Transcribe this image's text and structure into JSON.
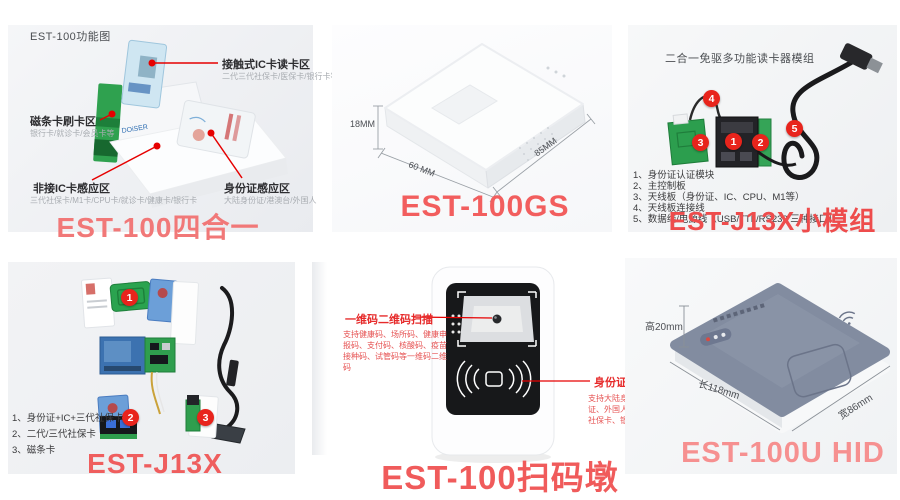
{
  "colors": {
    "callout_red": "#e8241c",
    "annotation_line_red": "#e60000",
    "annotation_text_red": "#e62b2b",
    "title_p1": "#f17878",
    "title_p2": "#f25e5e",
    "title_p3": "#ee4c4c",
    "title_p4": "#ef5e5e",
    "title_p5": "#f05b5b",
    "title_p6": "#f69090"
  },
  "panels": {
    "p1": {
      "header": "EST-100功能图",
      "title": "EST-100四合一",
      "annotations": [
        {
          "label": "接触式IC卡读卡区",
          "sub": "二代三代社保卡/医保卡/银行卡等"
        },
        {
          "label": "磁条卡刷卡区",
          "sub": "银行卡/就诊卡/会员卡等"
        },
        {
          "label": "非接IC卡感应区",
          "sub": "三代社保卡/M1卡/CPU卡/就诊卡/健康卡/银行卡"
        },
        {
          "label": "身份证感应区",
          "sub": "大陆身份证/港澳台/外国人"
        }
      ]
    },
    "p2": {
      "title": "EST-100GS",
      "dims": {
        "height": "18MM",
        "width": "60 MM",
        "depth": "85MM"
      }
    },
    "p3": {
      "header": "二合一免驱多功能读卡器模组",
      "title": "EST-J13X小模组",
      "list": [
        "1、身份证认证模块",
        "2、主控制板",
        "3、天线板（身份证、IC、CPU、M1等）",
        "4、天线板连接线",
        "5、数据线/电源线（USB/TTL/RS232 三种接口）"
      ],
      "callouts": [
        "1",
        "2",
        "3",
        "4",
        "5"
      ]
    },
    "p4": {
      "title": "EST-J13X",
      "list": [
        "1、身份证+IC+三代社保卡",
        "2、二代/三代社保卡",
        "3、磁条卡"
      ],
      "callouts": [
        "1",
        "2",
        "3"
      ]
    },
    "p5": {
      "title": "EST-100扫码墩",
      "left_label": "一维码二维码扫描",
      "left_desc": "支持健康码、场所码、健康申报码、支付码、核酸码、疫苗接种码、试管码等一维码二维码",
      "right_label": "身份证读取",
      "right_desc": "支持大陆身份证、港澳台居住证、外国人身份证、选配支持社保卡、银行卡、IC卡等功能"
    },
    "p6": {
      "title": "EST-100U HID",
      "dims": {
        "height": "高20mm",
        "length": "长118mm",
        "width": "宽86mm"
      }
    }
  }
}
